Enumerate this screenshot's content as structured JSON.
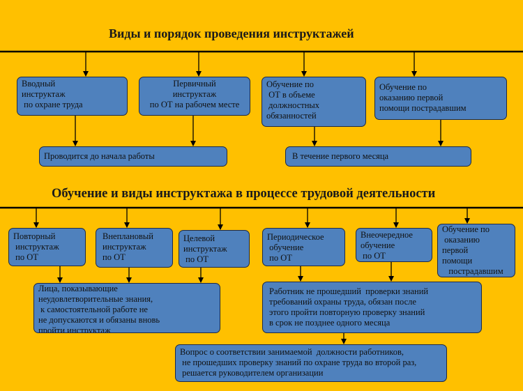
{
  "section1": {
    "title": "Виды и порядок проведения инструктажей",
    "boxes": [
      "Вводный\nинструктаж\n по охране труда",
      "Первичный\nинструктаж\nпо ОТ на рабочем месте",
      "Обучение по\n ОТ в объеме\n должностных\nобязанностей",
      "Обучение по\nоказанию первой\nпомощи пострадавшим"
    ],
    "notes": [
      "Проводится до начала работы",
      "В течение первого месяца"
    ]
  },
  "section2": {
    "title": "Обучение и виды инструктажа в процессе трудовой деятельности",
    "boxes": [
      "Повторный\n инструктаж\n по ОТ",
      "Внеплановый\nинструктаж\nпо ОТ",
      "Целевой\nинструктаж\n по ОТ",
      "Периодическое\n обучение\n по ОТ",
      "Внеочередное\nобучение\n по ОТ",
      "Обучение по\n оказанию\nпервой\nпомощи\n   пострадавшим"
    ],
    "notes": [
      "Лица, показывающие\nнеудовлетворительные знания,\n к самостоятельной работе не\nне допускаются и обязаны вновь\nпройти инструктаж",
      "Работник не прошедший  проверки знаний\nтребований охраны труда, обязан после\nэтого пройти повторную проверку знаний\nв срок не позднее одного месяца"
    ],
    "final_note": "Вопрос о соответствии занимаемой  должности работников,\n не прошедших проверку знаний по охране труда во второй раз,\n решается руководителем организации"
  },
  "colors": {
    "background": "#FFC000",
    "box_fill": "#4F81BD",
    "line": "#000000"
  }
}
